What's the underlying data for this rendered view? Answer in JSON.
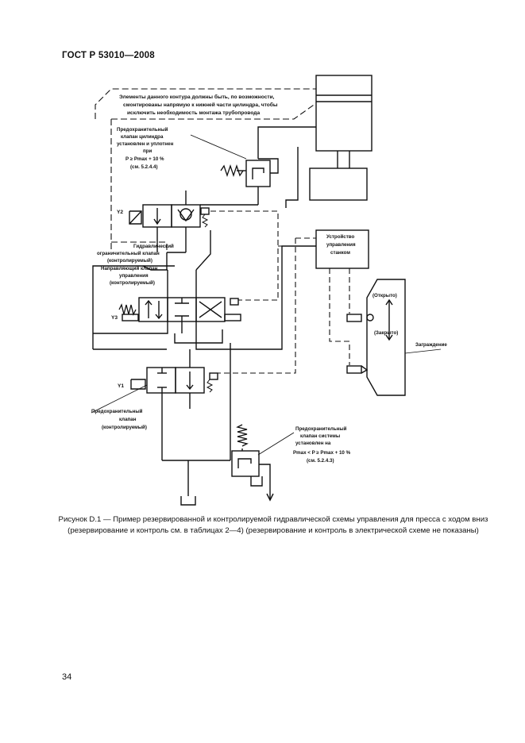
{
  "header": {
    "doc_id": "ГОСТ Р 53010—2008"
  },
  "page_number": "34",
  "caption": "Рисунок D.1 — Пример резервированной и контролируемой гидравлической схемы управления для пресса с ходом вниз (резервирование и контроль см. в таблицах 2—4) (резервирование и контроль в электрической схеме не показаны)",
  "diagram": {
    "note_lines": [
      "Элементы данного контура должны быть, по возможности,",
      "смонтированы напрямую к нижней части цилиндра, чтобы",
      "исключить необходимость монтажа трубопровода"
    ],
    "safety_valve_cyl_lines": [
      "Предохранительный",
      "клапан цилиндра",
      "установлен и уплотнен",
      "при"
    ],
    "safety_valve_cyl_formula": "P ≥ Pmax + 10 %",
    "safety_valve_cyl_ref": "(см. 5.2.4.4)",
    "hyd_limit_valve_lines": [
      "Гидравлический",
      "ограничительный клапан",
      "(контролируемый)"
    ],
    "dir_valve_lines": [
      "Направляющий клапан",
      "управления",
      "(контролируемый)"
    ],
    "control_unit_lines": [
      "Устройство",
      "управления",
      "станком"
    ],
    "guard_open": "(Открыто)",
    "guard_closed": "(Закрыто)",
    "guard_label": "Заграждение",
    "safety_valve_ctrl_lines": [
      "Предохранительный",
      "клапан"
    ],
    "safety_valve_ctrl_status": "(контролируемый)",
    "relief_valve_lines": [
      "Предохранительный",
      "клапан системы",
      "установлен на"
    ],
    "relief_valve_formula": "Pmax < P ≥ Pmax + 10 %",
    "relief_valve_ref": "(см. 5.2.4.3)",
    "solenoid_labels": [
      "Y2",
      "Y3",
      "Y1"
    ]
  }
}
